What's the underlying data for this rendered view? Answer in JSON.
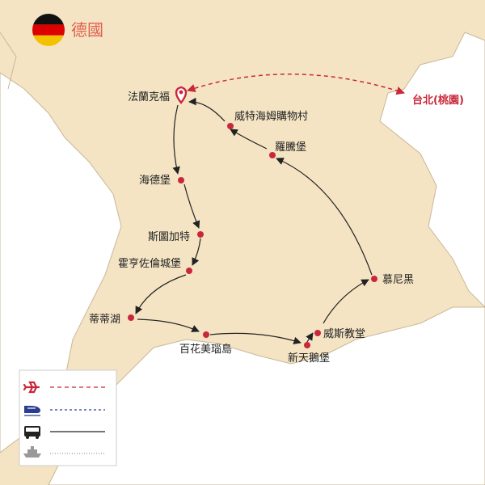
{
  "country": {
    "name": "德國"
  },
  "colors": {
    "land": "#f4e4c4",
    "border": "#c8b898",
    "sea": "#ffffff",
    "dot": "#c8283a",
    "dest_text": "#c8283a",
    "country_text": "#e0604e",
    "flight_line": "#c8283a",
    "route_line": "#222222",
    "train_icon": "#2a3d8f",
    "bus_icon": "#222222",
    "ferry_icon": "#999999"
  },
  "origin": {
    "name": "法蘭克福",
    "icon": "map-pin-icon"
  },
  "destination": {
    "name": "台北(桃園)"
  },
  "cities": [
    {
      "name": "威特海姆購物村"
    },
    {
      "name": "羅騰堡"
    },
    {
      "name": "海德堡"
    },
    {
      "name": "斯圖加特"
    },
    {
      "name": "霍亨佐倫城堡"
    },
    {
      "name": "慕尼黑"
    },
    {
      "name": "蒂蒂湖"
    },
    {
      "name": "威斯教堂"
    },
    {
      "name": "百花美瑙島"
    },
    {
      "name": "新天鵝堡"
    }
  ],
  "legend": {
    "items": [
      {
        "icon": "airplane-icon",
        "line": "dashed",
        "color": "#c8283a"
      },
      {
        "icon": "train-icon",
        "line": "dashed",
        "color": "#2a3d8f"
      },
      {
        "icon": "bus-icon",
        "line": "solid",
        "color": "#222222"
      },
      {
        "icon": "ferry-icon",
        "line": "dotted",
        "color": "#999999"
      }
    ]
  }
}
